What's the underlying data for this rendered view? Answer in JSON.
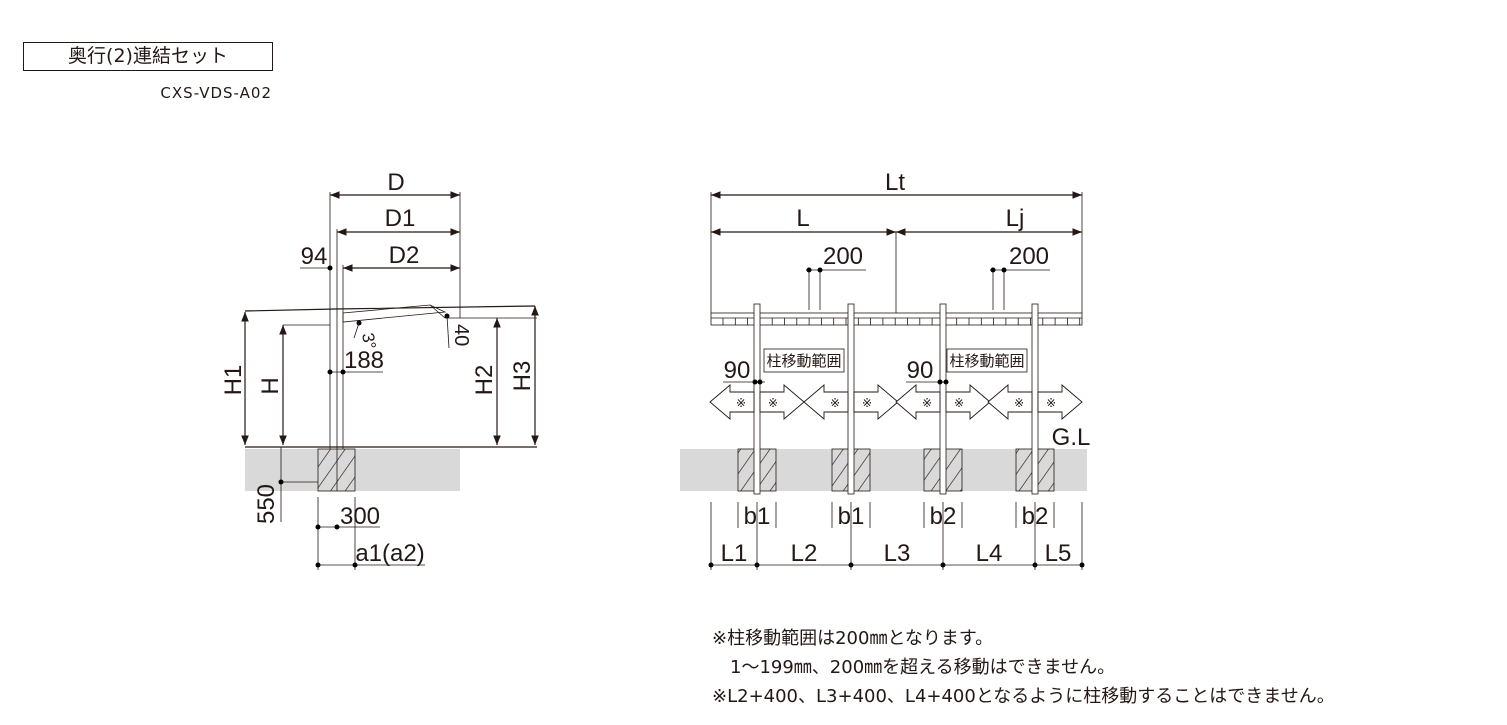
{
  "header": {
    "title": "奥行(2)連結セット",
    "model": "CXS-VDS-A02"
  },
  "side_view": {
    "D": "D",
    "D1": "D1",
    "D2": "D2",
    "dim_94": "94",
    "angle": "3°",
    "dim_188": "188",
    "dim_40": "40",
    "H1": "H1",
    "H": "H",
    "H2": "H2",
    "H3": "H3",
    "dim_550": "550",
    "dim_300": "300",
    "a1": "a1(a2)"
  },
  "front_view": {
    "Lt": "Lt",
    "L": "L",
    "Lj": "Lj",
    "dim_200a": "200",
    "dim_200b": "200",
    "dim_90a": "90",
    "dim_90b": "90",
    "range_label_a": "柱移動範囲",
    "range_label_b": "柱移動範囲",
    "arrow_mark": "※",
    "gl": "G.L",
    "b": [
      "b1",
      "b1",
      "b2",
      "b2"
    ],
    "spans": [
      "L1",
      "L2",
      "L3",
      "L4",
      "L5"
    ]
  },
  "notes": [
    "※柱移動範囲は200㎜となります。",
    "　1～199㎜、200㎜を超える移動はできません。",
    "※L2+400、L3+400、L4+400となるように柱移動することはできません。"
  ]
}
